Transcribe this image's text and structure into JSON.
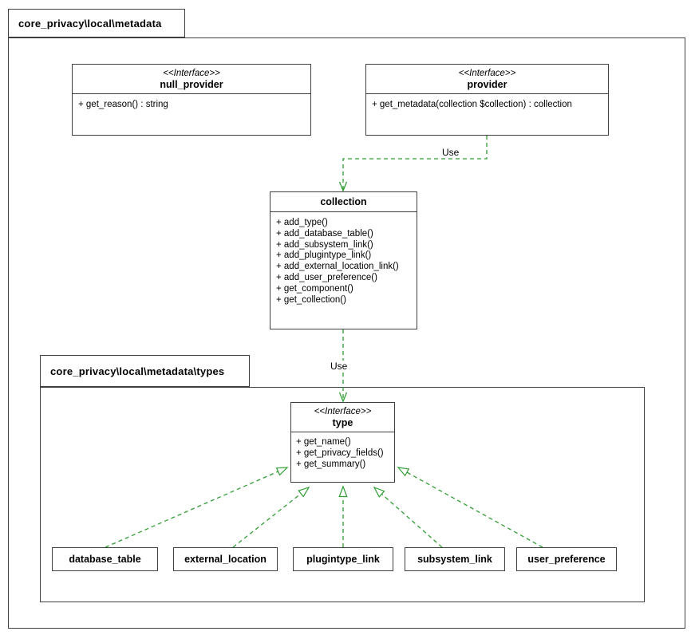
{
  "colors": {
    "edge_green": "#2f9e33",
    "box_border": "#3f3f3f",
    "background": "#ffffff",
    "text": "#000000"
  },
  "packages": {
    "metadata": {
      "label": "core_privacy\\local\\metadata"
    },
    "types": {
      "label": "core_privacy\\local\\metadata\\types"
    }
  },
  "classes": {
    "null_provider": {
      "stereotype": "<<Interface>>",
      "name": "null_provider",
      "methods": [
        "+ get_reason() : string"
      ]
    },
    "provider": {
      "stereotype": "<<Interface>>",
      "name": "provider",
      "methods": [
        "+ get_metadata(collection $collection) : collection"
      ]
    },
    "collection": {
      "name": "collection",
      "methods": [
        "+ add_type()",
        "+ add_database_table()",
        "+ add_subsystem_link()",
        "+ add_plugintype_link()",
        "+ add_external_location_link()",
        "+ add_user_preference()",
        "+ get_component()",
        "+ get_collection()"
      ]
    },
    "type": {
      "stereotype": "<<Interface>>",
      "name": "type",
      "methods": [
        "+ get_name()",
        "+ get_privacy_fields()",
        "+ get_summary()"
      ]
    },
    "database_table": {
      "name": "database_table"
    },
    "external_location": {
      "name": "external_location"
    },
    "plugintype_link": {
      "name": "plugintype_link"
    },
    "subsystem_link": {
      "name": "subsystem_link"
    },
    "user_preference": {
      "name": "user_preference"
    }
  },
  "edges": {
    "provider_collection": {
      "label": "Use",
      "kind": "dependency-dashed-open-arrow"
    },
    "collection_type": {
      "label": "Use",
      "kind": "dependency-dashed-open-arrow"
    },
    "realizations": [
      {
        "from": "database_table",
        "to": "type"
      },
      {
        "from": "external_location",
        "to": "type"
      },
      {
        "from": "plugintype_link",
        "to": "type"
      },
      {
        "from": "subsystem_link",
        "to": "type"
      },
      {
        "from": "user_preference",
        "to": "type"
      }
    ]
  }
}
